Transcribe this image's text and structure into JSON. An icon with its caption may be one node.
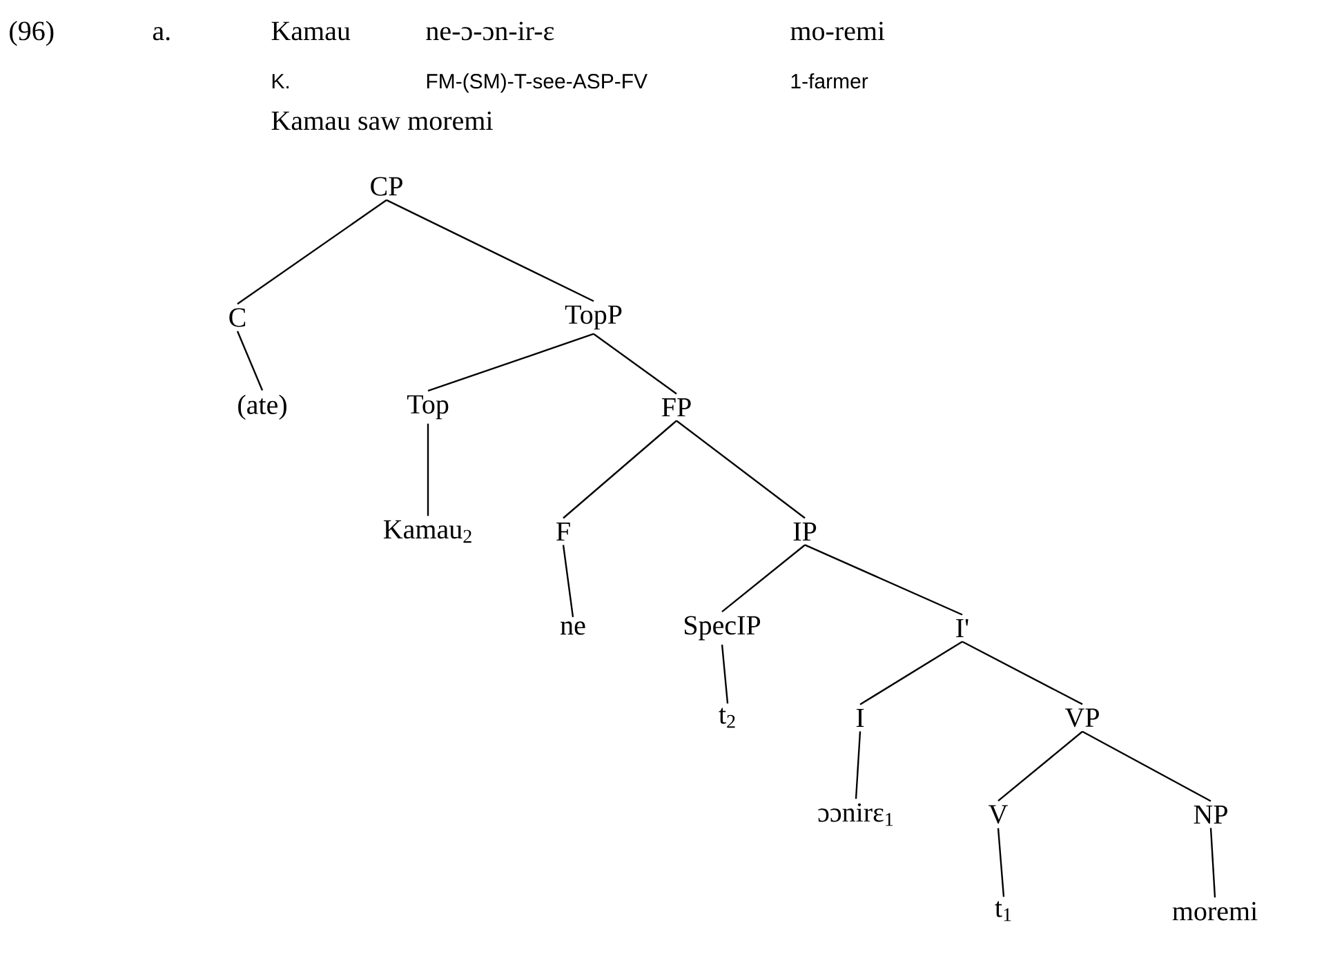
{
  "diagram": {
    "nodes": [
      {
        "text": [
          "CP"
        ]
      },
      {
        "text": [
          "C"
        ]
      },
      {
        "text": [
          "TopP"
        ]
      },
      {
        "text": [
          "(ate)"
        ]
      },
      {
        "text": [
          "Top"
        ]
      },
      {
        "text": [
          "FP"
        ]
      },
      {
        "text": [
          "Kamau$_{2}$"
        ]
      },
      {
        "text": [
          "F"
        ]
      },
      {
        "text": [
          "IP"
        ]
      },
      {
        "text": [
          "ne"
        ]
      },
      {
        "text": [
          "SpecIP"
        ]
      },
      {
        "text": [
          "I'"
        ]
      },
      {
        "text": [
          "t$_{2}$"
        ]
      },
      {
        "text": [
          "I"
        ]
      },
      {
        "text": [
          "VP"
        ]
      },
      {
        "text": [
          "ɔɔnirɛ$_{1}$"
        ]
      },
      {
        "text": [
          "V"
        ]
      },
      {
        "text": [
          "NP"
        ]
      },
      {
        "text": [
          "t$_{1}$"
        ]
      },
      {
        "text": [
          "moremi"
        ]
      }
    ],
    "edges": [
      {
        "from": 0,
        "to": 1,
        "arrow": "none"
      },
      {
        "from": 0,
        "to": 2,
        "arrow": "none"
      },
      {
        "from": 1,
        "to": 3,
        "arrow": "none"
      },
      {
        "from": 2,
        "to": 4,
        "arrow": "none"
      },
      {
        "from": 2,
        "to": 5,
        "arrow": "none"
      },
      {
        "from": 4,
        "to": 6,
        "arrow": "none"
      },
      {
        "from": 5,
        "to": 7,
        "arrow": "none"
      },
      {
        "from": 5,
        "to": 8,
        "arrow": "none"
      },
      {
        "from": 7,
        "to": 9,
        "arrow": "none"
      },
      {
        "from": 8,
        "to": 10,
        "arrow": "none"
      },
      {
        "from": 8,
        "to": 11,
        "arrow": "none"
      },
      {
        "from": 10,
        "to": 12,
        "arrow": "none"
      },
      {
        "from": 11,
        "to": 13,
        "arrow": "none"
      },
      {
        "from": 11,
        "to": 14,
        "arrow": "none"
      },
      {
        "from": 13,
        "to": 15,
        "arrow": "none"
      },
      {
        "from": 14,
        "to": 16,
        "arrow": "none"
      },
      {
        "from": 14,
        "to": 17,
        "arrow": "none"
      },
      {
        "from": 16,
        "to": 18,
        "arrow": "none"
      },
      {
        "from": 17,
        "to": 19,
        "arrow": "none"
      }
    ],
    "labels": [
      "(96)",
      "a.",
      "Kamau",
      "ne-ɔ-ɔn-ir-ɛ",
      "mo-remi",
      "K.",
      "FM-(SM)-T-see-ASP-FV",
      "1-farmer",
      "Kamau saw moremi"
    ]
  }
}
